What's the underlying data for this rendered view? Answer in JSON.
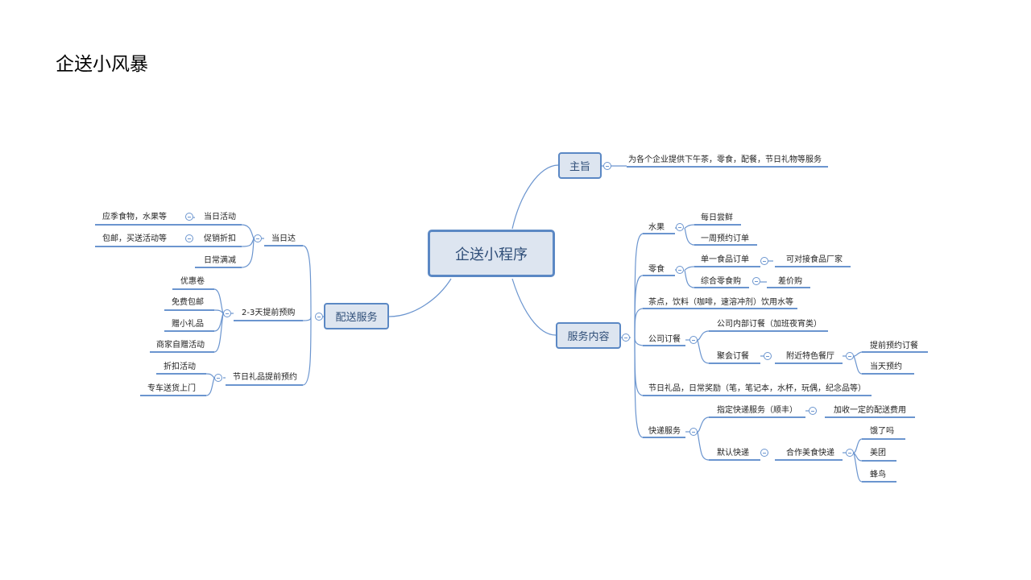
{
  "title": "企送小风暴",
  "center": "企送小程序",
  "main": {
    "zhuzhi": "主旨",
    "fuwu": "服务内容",
    "peisong": "配送服务"
  },
  "labels": {
    "zhuzhi_desc": "为各个企业提供下午茶，零食，配餐，节日礼物等服务",
    "shuiguo": "水果",
    "meiri": "每日尝鲜",
    "yizhou": "一周预约订单",
    "lingshi": "零食",
    "danyi": "单一食品订单",
    "kedui": "可对接食品厂家",
    "zonghe": "综合零食购",
    "chajia": "差价购",
    "chadian": "茶点，饮料（咖啡，速溶冲剂）饮用水等",
    "gongsi": "公司订餐",
    "neibu": "公司内部订餐（加班夜宵类）",
    "juhui": "聚会订餐",
    "fujin": "附近特色餐厅",
    "tiqian": "提前预约订餐",
    "dangtian": "当天预约",
    "jieri": "节日礼品，日常奖励（笔，笔记本，水杯，玩偶，纪念品等）",
    "kuaidi": "快递服务",
    "zhiding": "指定快递服务（顺丰）",
    "jiashou": "加收一定的配送费用",
    "moren": "默认快递",
    "hezuo": "合作美食快递",
    "ele": "饿了吗",
    "meituan": "美团",
    "fengniao": "蜂鸟",
    "dangrida": "当日达",
    "dangrihuodong": "当日活动",
    "yingji": "应季食物，水果等",
    "cuxiao": "促销折扣",
    "baoyou": "包邮，买送活动等",
    "richang": "日常满减",
    "tiqian23": "2-3天提前预购",
    "youhui": "优惠卷",
    "mianfei": "免费包邮",
    "zeng": "赠小礼品",
    "shangjia": "商家自赠活动",
    "jieriyugou": "节日礼品提前预约",
    "zhekou": "折扣活动",
    "zhuanche": "专车送货上门"
  },
  "colors": {
    "line": "#6b95cf",
    "node_border": "#5b88c4",
    "node_fill": "#dde5f0",
    "node_text": "#2f4e78"
  },
  "icons": {
    "collapse": "minus-circle-icon"
  }
}
